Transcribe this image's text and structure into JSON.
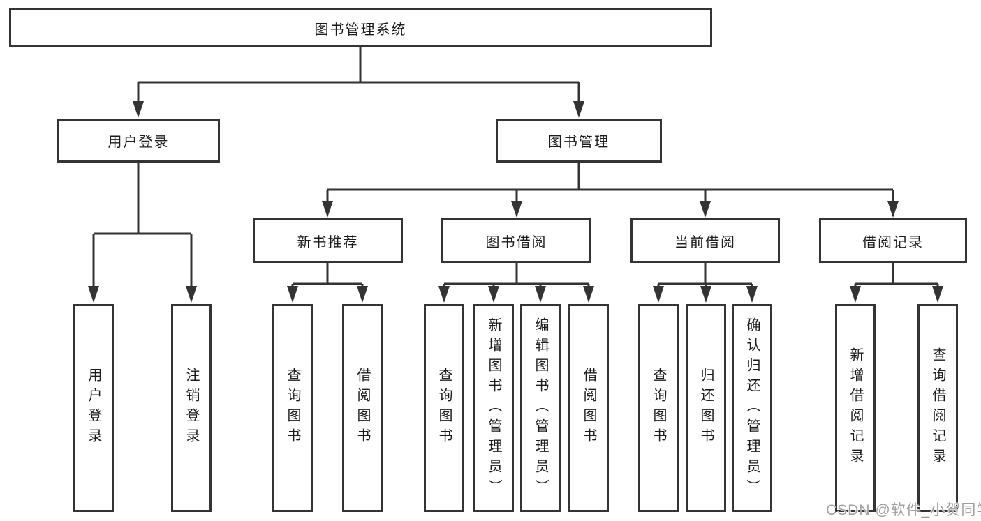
{
  "colors": {
    "line": "#333333",
    "box_border": "#343434",
    "box_fill": "#ffffff",
    "text": "#1c1c1c",
    "watermark": "#a0a0a0"
  },
  "watermark": {
    "text": "CSDN @软件_小贺同学"
  },
  "tree": {
    "label": "图书管理系统",
    "children": [
      {
        "label": "用户登录",
        "children": [
          {
            "label": "用户登录"
          },
          {
            "label": "注销登录"
          }
        ]
      },
      {
        "label": "图书管理",
        "children": [
          {
            "label": "新书推荐",
            "children": [
              {
                "label": "查询图书"
              },
              {
                "label": "借阅图书"
              }
            ]
          },
          {
            "label": "图书借阅",
            "children": [
              {
                "label": "查询图书"
              },
              {
                "label": "新增图书（管理员）"
              },
              {
                "label": "编辑图书（管理员）"
              },
              {
                "label": "借阅图书"
              }
            ]
          },
          {
            "label": "当前借阅",
            "children": [
              {
                "label": "查询图书"
              },
              {
                "label": "归还图书"
              },
              {
                "label": "确认归还（管理员）"
              }
            ]
          },
          {
            "label": "借阅记录",
            "children": [
              {
                "label": "新增借阅记录"
              },
              {
                "label": "查询借阅记录"
              }
            ]
          }
        ]
      }
    ]
  }
}
